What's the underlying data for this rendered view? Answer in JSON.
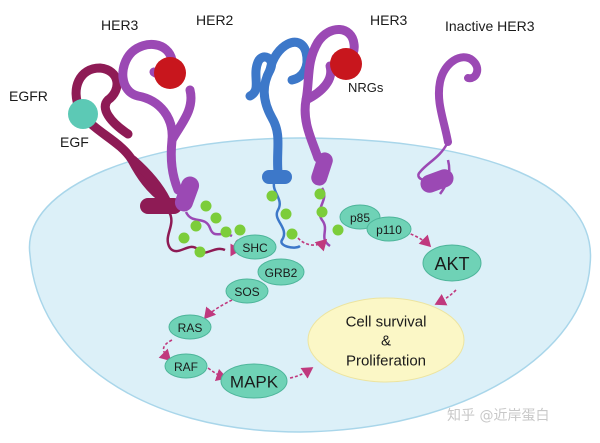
{
  "receptors": {
    "egfr": "EGFR",
    "egf": "EGF",
    "her3_left": "HER3",
    "her2": "HER2",
    "her3_right": "HER3",
    "nrgs": "NRGs",
    "inactive_her3": "Inactive HER3"
  },
  "nodes": {
    "shc": "SHC",
    "grb2": "GRB2",
    "sos": "SOS",
    "ras": "RAS",
    "raf": "RAF",
    "mapk": "MAPK",
    "p85": "p85",
    "p110": "p110",
    "akt": "AKT"
  },
  "outcome": {
    "line1": "Cell survival",
    "line2": "&",
    "line3": "Proliferation"
  },
  "watermark": "知乎 @近岸蛋白",
  "colors": {
    "cell_fill": "#dcf0f8",
    "cell_stroke": "#a9d6ea",
    "egfr": "#8e1b55",
    "her3": "#9b49b4",
    "her2": "#3d78c9",
    "ligand_red": "#c8161d",
    "egf_teal": "#5cc9b5",
    "phospho_green": "#7ccd3a",
    "node_fill": "#6fd2b6",
    "outcome_fill": "#fbf7c6",
    "arrow": "#c0397e"
  }
}
